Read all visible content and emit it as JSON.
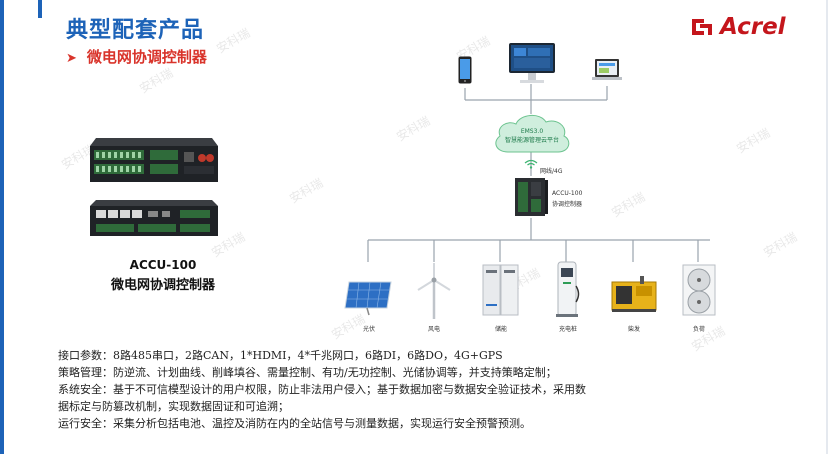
{
  "header": {
    "title": "典型配套产品",
    "subtitle": "微电网协调控制器",
    "subtitle_bullet": "➤"
  },
  "brand": {
    "logo_text": "Acrel",
    "logo_color": "#c4161c"
  },
  "product": {
    "model": "ACCU-100",
    "name": "微电网协调控制器"
  },
  "diagram": {
    "cloud_title": "EMS3.0",
    "cloud_subtitle": "智慧能源管理云平台",
    "network_label": "网线/4G",
    "controller_model": "ACCU-100",
    "controller_name": "协调控制器",
    "equipment": [
      "光伏",
      "风电",
      "储能",
      "充电桩",
      "柴发",
      "负荷"
    ]
  },
  "params": [
    "接口参数：8路485串口，2路CAN，1*HDMI，4*千兆网口，6路DI，6路DO，4G+GPS",
    "策略管理：防逆流、计划曲线、削峰填谷、需量控制、有功/无功控制、光储协调等，并支持策略定制；",
    "系统安全：基于不可信模型设计的用户权限，防止非法用户侵入；基于数据加密与数据安全验证技术，采用数",
    "据标定与防篡改机制，实现数据固证和可追溯；",
    "运行安全：采集分析包括电池、温控及消防在内的全站信号与测量数据，实现运行安全预警预测。"
  ],
  "watermark_text": "安科瑞",
  "colors": {
    "primary": "#1d63b8",
    "accent": "#d9342b"
  }
}
